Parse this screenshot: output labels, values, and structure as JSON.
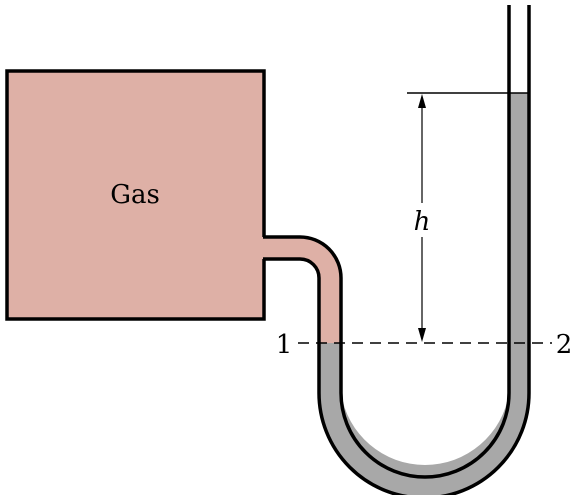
{
  "diagram": {
    "gas_label": "Gas",
    "height_label": "h",
    "point_1_label": "1",
    "point_2_label": "2"
  },
  "colors": {
    "gas_fill": "#deb0a6",
    "manometer_fluid": "#a8a8a8",
    "outline": "#000000",
    "background": "#ffffff"
  }
}
